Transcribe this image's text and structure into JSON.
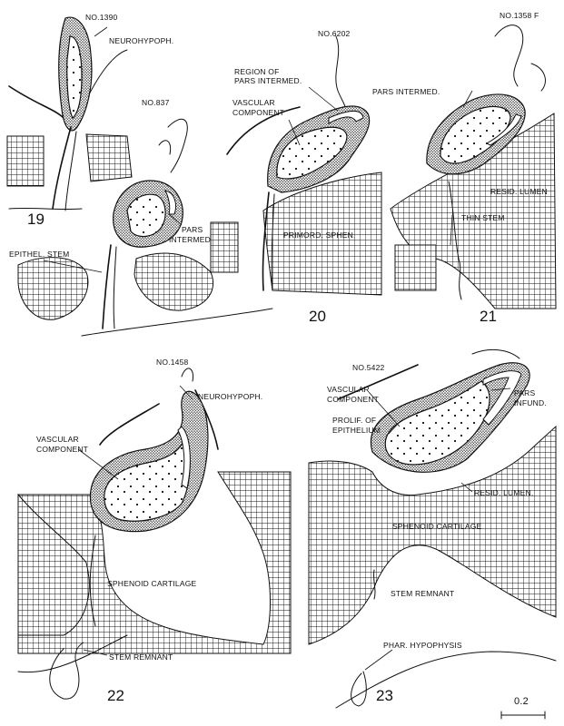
{
  "panels": [
    {
      "number": "19",
      "specimen": "NO.1390",
      "labels": {
        "neurohypoph": "NEUROHYPOPH.",
        "epithel_stem": "EPITHEL. STEM"
      }
    },
    {
      "specimen": "NO.837",
      "labels": {
        "pars_intermed_a": "PARS",
        "pars_intermed_b": "INTERMED."
      }
    },
    {
      "number": "20",
      "specimen": "NO.6202",
      "labels": {
        "region_a": "REGION OF",
        "region_b": "PARS INTERMED.",
        "vascular_a": "VASCULAR",
        "vascular_b": "COMPONENT",
        "primord_sphen": "PRIMORD. SPHEN."
      }
    },
    {
      "number": "21",
      "specimen": "NO.1358 F",
      "labels": {
        "pars_intermed": "PARS INTERMED.",
        "resid_lumen": "RESID. LUMEN",
        "thin_stem": "THIN STEM"
      }
    },
    {
      "number": "22",
      "specimen": "NO.1458",
      "labels": {
        "neurohypoph": "NEUROHYPOPH.",
        "vascular_a": "VASCULAR",
        "vascular_b": "COMPONENT",
        "sphenoid_cartilage": "SPHENOID CARTILAGE",
        "stem_remnant": "STEM REMNANT"
      }
    },
    {
      "number": "23",
      "specimen": "NO.5422",
      "labels": {
        "vascular_a": "VASCULAR",
        "vascular_b": "COMPONENT",
        "prolif_a": "PROLIF. OF",
        "prolif_b": "EPITHELIUM",
        "pars_infund_a": "PARS",
        "pars_infund_b": "INFUND.",
        "resid_lumen": "RESID. LUMEN.",
        "sphenoid_cartilage": "SPHENOID CARTILAGE",
        "stem_remnant": "STEM REMNANT",
        "phar_hypophysis": "PHAR. HYPOPHYSIS"
      }
    }
  ],
  "scale_bar": {
    "label": "0.2"
  }
}
